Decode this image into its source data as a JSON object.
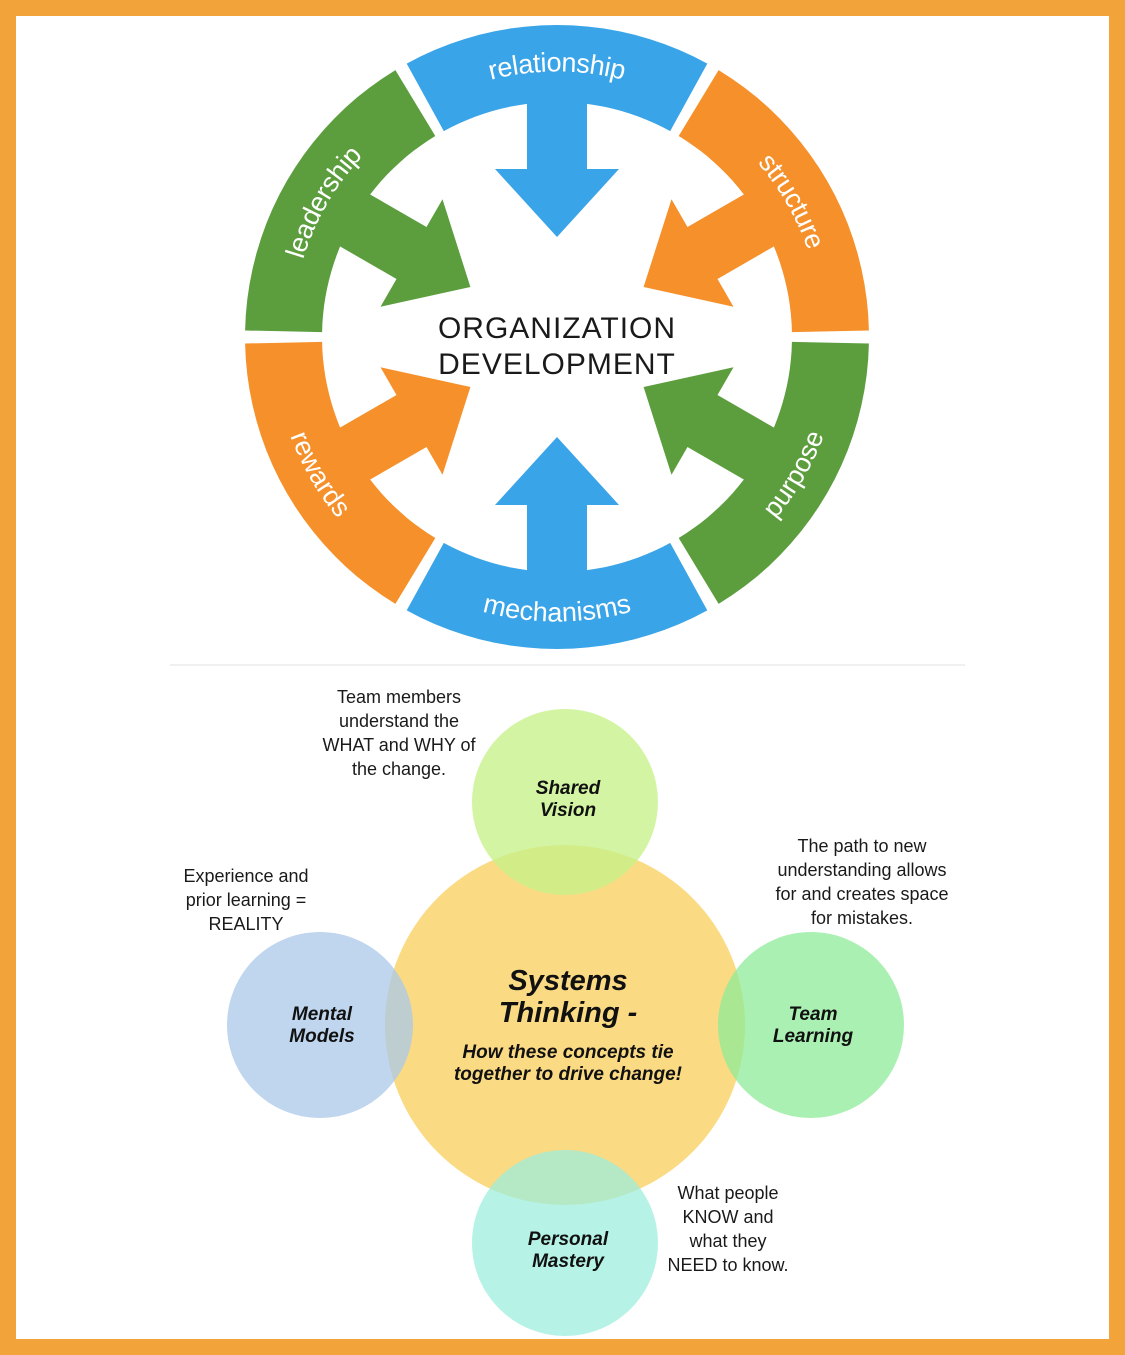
{
  "od_wheel": {
    "title_line1": "ORGANIZATION",
    "title_line2": "DEVELOPMENT",
    "segments": [
      {
        "label": "relationship",
        "color": "#3AA4E8"
      },
      {
        "label": "structure",
        "color": "#F5902A"
      },
      {
        "label": "purpose",
        "color": "#5C9E3E"
      },
      {
        "label": "mechanisms",
        "color": "#3AA4E8"
      },
      {
        "label": "rewards",
        "color": "#F5902A"
      },
      {
        "label": "leadership",
        "color": "#5C9E3E"
      }
    ]
  },
  "systems_diagram": {
    "hub": {
      "title_line1": "Systems",
      "title_line2": "Thinking -",
      "sub_line1": "How these concepts tie",
      "sub_line2": "together to drive change!",
      "color": "#FAD46E"
    },
    "bubbles": {
      "shared_vision": {
        "line1": "Shared",
        "line2": "Vision",
        "color": "#C6F289"
      },
      "mental_models": {
        "line1": "Mental",
        "line2": "Models",
        "color": "#A9C8E8"
      },
      "team_learning": {
        "line1": "Team",
        "line2": "Learning",
        "color": "#8EEB98"
      },
      "personal_mastery": {
        "line1": "Personal",
        "line2": "Mastery",
        "color": "#9DEEDC"
      }
    },
    "notes": {
      "shared_vision": [
        "Team members",
        "understand the",
        "WHAT and WHY of",
        "the change."
      ],
      "mental_models": [
        "Experience and",
        "prior learning =",
        "REALITY"
      ],
      "team_learning": [
        "The path to new",
        "understanding allows",
        "for and creates space",
        "for mistakes."
      ],
      "personal_mastery": [
        "What people",
        "KNOW and",
        "what they",
        "NEED to know."
      ]
    }
  }
}
